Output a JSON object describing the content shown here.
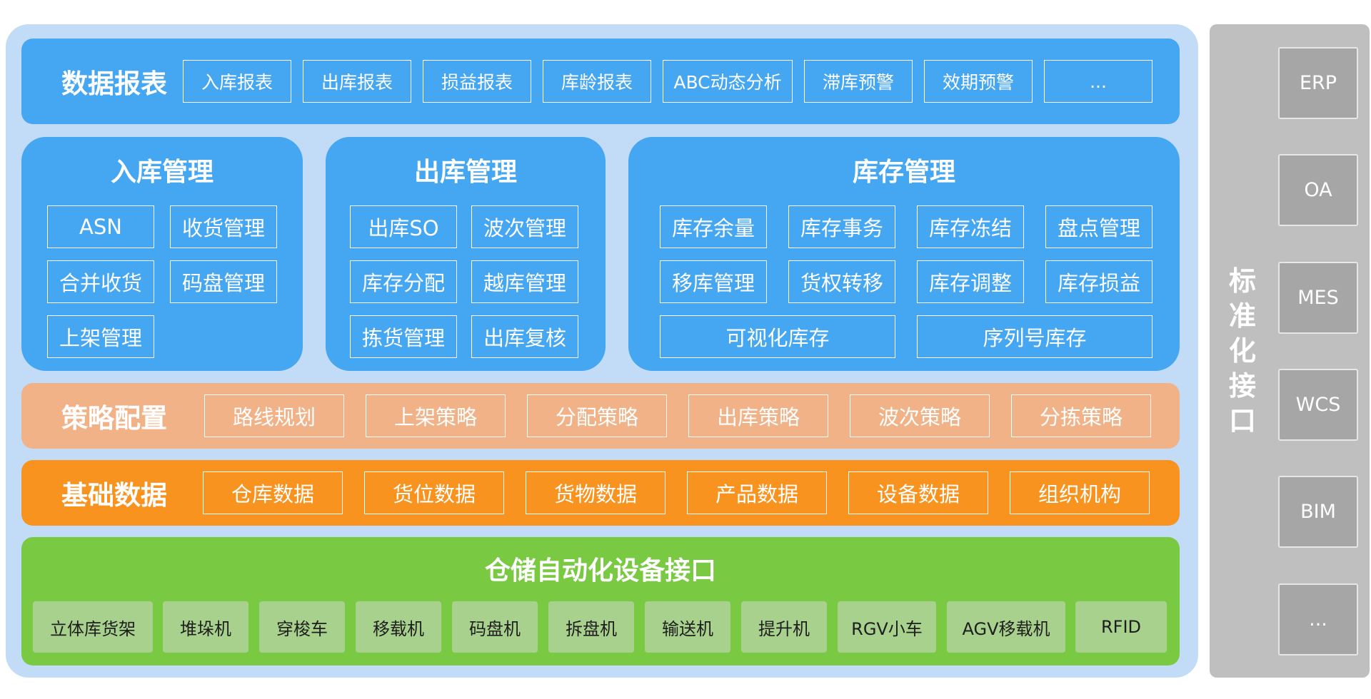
{
  "data_reports": {
    "title": "数据报表",
    "items": [
      "入库报表",
      "出库报表",
      "损益报表",
      "库龄报表",
      "ABC动态分析",
      "滞库预警",
      "效期预警",
      "..."
    ]
  },
  "inbound": {
    "title": "入库管理",
    "items": [
      "ASN",
      "收货管理",
      "合并收货",
      "码盘管理",
      "上架管理"
    ]
  },
  "outbound": {
    "title": "出库管理",
    "items": [
      "出库SO",
      "波次管理",
      "库存分配",
      "越库管理",
      "拣货管理",
      "出库复核"
    ]
  },
  "inventory": {
    "title": "库存管理",
    "items": [
      "库存余量",
      "库存事务",
      "库存冻结",
      "盘点管理",
      "移库管理",
      "货权转移",
      "库存调整",
      "库存损益"
    ],
    "wide_items": [
      "可视化库存",
      "序列号库存"
    ]
  },
  "strategy": {
    "title": "策略配置",
    "items": [
      "路线规划",
      "上架策略",
      "分配策略",
      "出库策略",
      "波次策略",
      "分拣策略"
    ]
  },
  "base_data": {
    "title": "基础数据",
    "items": [
      "仓库数据",
      "货位数据",
      "货物数据",
      "产品数据",
      "设备数据",
      "组织机构"
    ]
  },
  "automation": {
    "title": "仓储自动化设备接口",
    "items": [
      "立体库货架",
      "堆垛机",
      "穿梭车",
      "移载机",
      "码盘机",
      "拆盘机",
      "输送机",
      "提升机",
      "RGV小车",
      "AGV移载机",
      "RFID"
    ]
  },
  "interfaces": {
    "title": "标准化接口",
    "items": [
      "ERP",
      "OA",
      "MES",
      "WCS",
      "BIM",
      "..."
    ]
  },
  "colors": {
    "outer_bg": "#c2dcf7",
    "blue_module": "#45a6f2",
    "strategy": "#f2b287",
    "base_data": "#f7931e",
    "automation": "#79c942",
    "device_box": "#a9d18e",
    "interface_bar": "#bfbfbf",
    "interface_box": "#a6a6a6"
  }
}
